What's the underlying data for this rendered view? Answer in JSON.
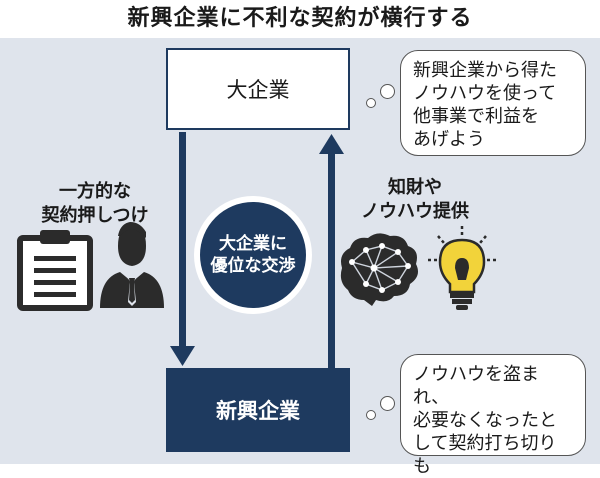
{
  "title": "新興企業に不利な契約が横行する",
  "big_corp": "大企業",
  "startup": "新興企業",
  "center": {
    "line1": "大企業に",
    "line2": "優位な交渉"
  },
  "left_label": {
    "line1": "一方的な",
    "line2": "契約押しつけ"
  },
  "right_label": {
    "line1": "知財や",
    "line2": "ノウハウ提供"
  },
  "bubble_top": {
    "line1": "新興企業から得た",
    "line2": "ノウハウを使って",
    "line3": "他事業で利益を",
    "line4": "あげよう"
  },
  "bubble_bottom": {
    "line1": "ノウハウを盗まれ、",
    "line2": "必要なくなったと",
    "line3": "して契約打ち切り",
    "line4": "も"
  },
  "colors": {
    "navy": "#1e3a5f",
    "panel": "#dfe4ec",
    "bulb": "#f2d33a"
  },
  "icons": [
    "clipboard-icon",
    "businessman-icon",
    "brain-network-icon",
    "lightbulb-icon"
  ]
}
